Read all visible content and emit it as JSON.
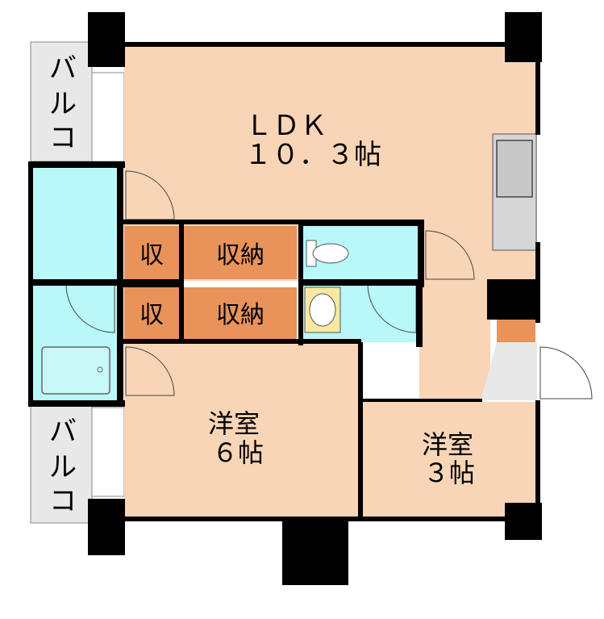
{
  "rooms": {
    "ldk": {
      "name": "ＬＤＫ",
      "size": "１０．３帖"
    },
    "western6": {
      "name": "洋室",
      "size": "６帖"
    },
    "western3": {
      "name": "洋室",
      "size": "３帖"
    },
    "storage_small_top": "収",
    "storage_small_bottom": "収",
    "storage_top": "収納",
    "storage_bottom": "収納"
  },
  "balcony": {
    "top": [
      "バ",
      "ル",
      "コ"
    ],
    "bottom": [
      "バ",
      "ル",
      "コ"
    ]
  },
  "colors": {
    "living": "#f8d5b6",
    "wet": "#b8f8f8",
    "storage": "#e9925a",
    "balcony": "#e8e8e8",
    "wall": "#000000",
    "toilet_accent": "#f8e8a0"
  }
}
